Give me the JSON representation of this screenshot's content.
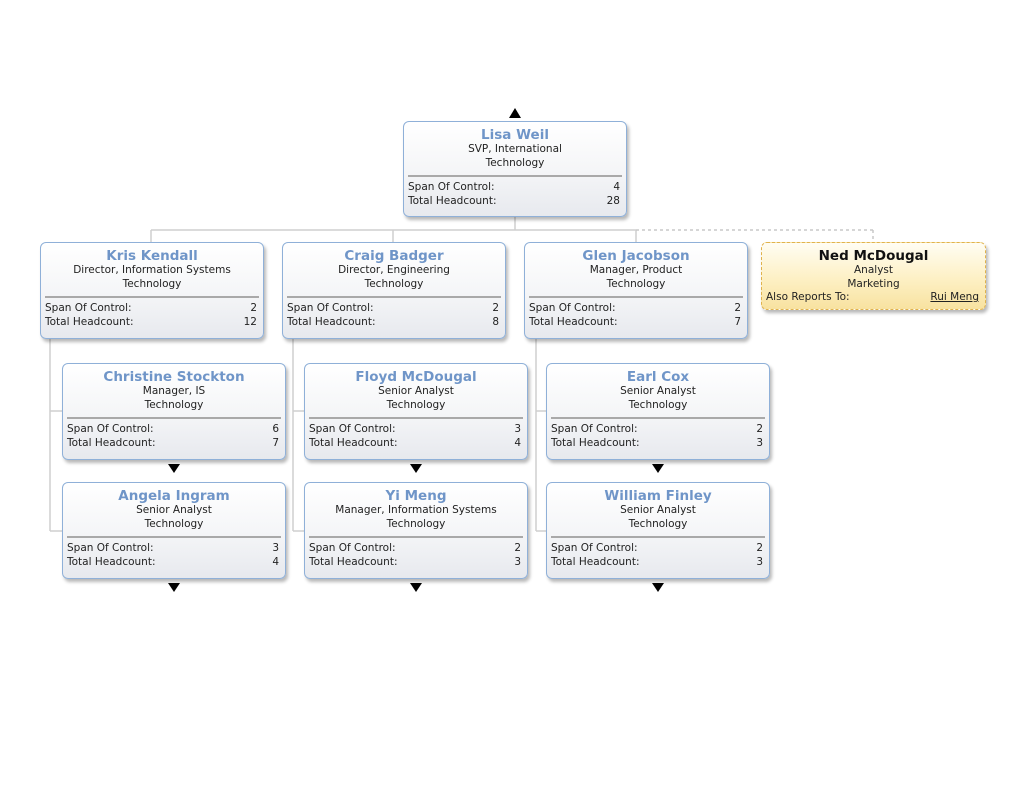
{
  "chart": {
    "root": {
      "name": "Lisa Weil",
      "title": "SVP, International",
      "department": "Technology",
      "span_label": "Span Of Control:",
      "span": "4",
      "headcount_label": "Total Headcount:",
      "headcount": "28"
    },
    "columns": [
      {
        "manager": {
          "name": "Kris Kendall",
          "title": "Director, Information Systems",
          "department": "Technology",
          "span_label": "Span Of Control:",
          "span": "2",
          "headcount_label": "Total Headcount:",
          "headcount": "12"
        },
        "reports": [
          {
            "name": "Christine Stockton",
            "title": "Manager, IS",
            "department": "Technology",
            "span_label": "Span Of Control:",
            "span": "6",
            "headcount_label": "Total Headcount:",
            "headcount": "7"
          },
          {
            "name": "Angela Ingram",
            "title": "Senior Analyst",
            "department": "Technology",
            "span_label": "Span Of Control:",
            "span": "3",
            "headcount_label": "Total Headcount:",
            "headcount": "4"
          }
        ]
      },
      {
        "manager": {
          "name": "Craig Badger",
          "title": "Director, Engineering",
          "department": "Technology",
          "span_label": "Span Of Control:",
          "span": "2",
          "headcount_label": "Total Headcount:",
          "headcount": "8"
        },
        "reports": [
          {
            "name": "Floyd McDougal",
            "title": "Senior Analyst",
            "department": "Technology",
            "span_label": "Span Of Control:",
            "span": "3",
            "headcount_label": "Total Headcount:",
            "headcount": "4"
          },
          {
            "name": "Yi Meng",
            "title": "Manager, Information Systems",
            "department": "Technology",
            "span_label": "Span Of Control:",
            "span": "2",
            "headcount_label": "Total Headcount:",
            "headcount": "3"
          }
        ]
      },
      {
        "manager": {
          "name": "Glen Jacobson",
          "title": "Manager, Product",
          "department": "Technology",
          "span_label": "Span Of Control:",
          "span": "2",
          "headcount_label": "Total Headcount:",
          "headcount": "7"
        },
        "reports": [
          {
            "name": "Earl Cox",
            "title": "Senior Analyst",
            "department": "Technology",
            "span_label": "Span Of Control:",
            "span": "2",
            "headcount_label": "Total Headcount:",
            "headcount": "3"
          },
          {
            "name": "William Finley",
            "title": "Senior Analyst",
            "department": "Technology",
            "span_label": "Span Of Control:",
            "span": "2",
            "headcount_label": "Total Headcount:",
            "headcount": "3"
          }
        ]
      }
    ],
    "dotted": {
      "name": "Ned McDougal",
      "title": "Analyst",
      "department": "Marketing",
      "also_label": "Also Reports To:",
      "also_name": "Rui Meng"
    }
  },
  "colors": {
    "name_blue": "#6f95c8",
    "card_border": "#8fb0d8",
    "dotted_border": "#e0b24d",
    "dotted_fill": "#fdf0c4",
    "connector": "#cfcfcf"
  },
  "icons": {
    "collapse_up": "triangle-up-icon",
    "expand_down": "triangle-down-icon"
  }
}
